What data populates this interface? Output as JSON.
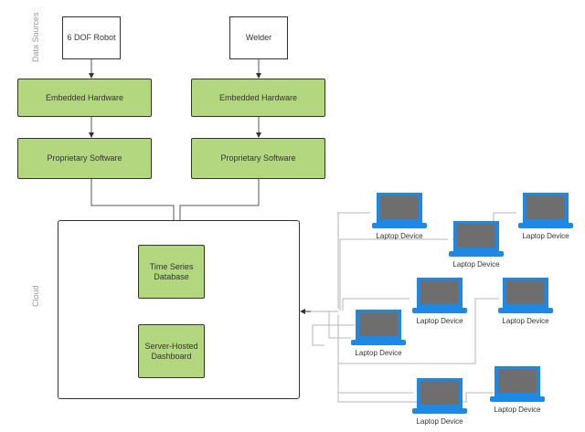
{
  "side_labels": {
    "data_sources": "Data Sources",
    "cloud": "Cloud"
  },
  "sources": {
    "robot": "6 DOF Robot",
    "welder": "Welder"
  },
  "embedded": {
    "left": "Embedded Hardware",
    "right": "Embedded Hardware"
  },
  "software": {
    "left": "Proprietary Software",
    "right": "Proprietary Software"
  },
  "cloud_boxes": {
    "tsdb": "Time Series\nDatabase",
    "dashboard": "Server-Hosted\nDashboard"
  },
  "laptop_label": "Laptop Device",
  "colors": {
    "green_fill": "#b3d77f",
    "laptop_blue": "#1e88e5",
    "screen_gray": "#6e6e6e",
    "line_gray": "#b5b5b5"
  }
}
